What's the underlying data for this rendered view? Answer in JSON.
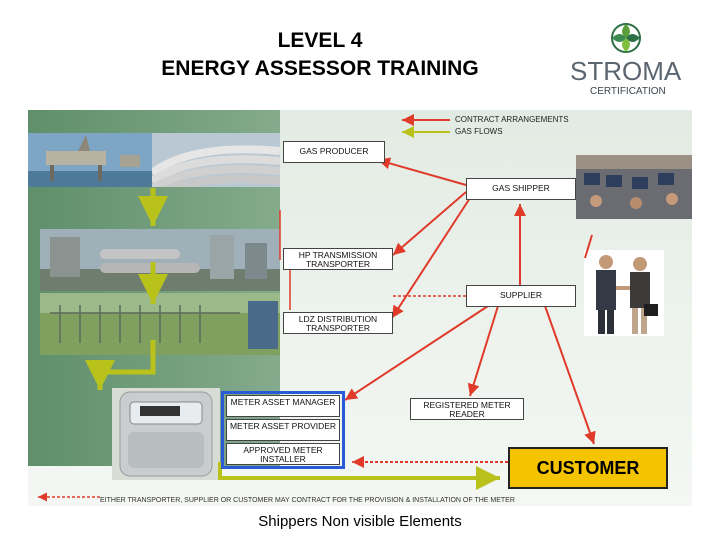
{
  "title": {
    "line1": "LEVEL 4",
    "line2": "ENERGY ASSESSOR TRAINING"
  },
  "logo": {
    "name": "STROMA",
    "subtitle": "CERTIFICATION"
  },
  "legend": {
    "contract": "CONTRACT ARRANGEMENTS",
    "gas": "GAS FLOWS",
    "colors": {
      "contract": "#e03a2a",
      "gas": "#b8c21a"
    }
  },
  "boxes": {
    "gas_producer": "GAS PRODUCER",
    "gas_shipper": "GAS SHIPPER",
    "hp_transmission": "HP TRANSMISSION TRANSPORTER",
    "ldz_distribution": "LDZ DISTRIBUTION TRANSPORTER",
    "supplier": "SUPPLIER",
    "meter_asset_manager": "METER ASSET MANAGER",
    "meter_asset_provider": "METER ASSET PROVIDER",
    "approved_meter_installer": "APPROVED METER INSTALLER",
    "registered_meter_reader": "REGISTERED METER READER",
    "customer": "CUSTOMER"
  },
  "footer_note": "EITHER TRANSPORTER, SUPPLIER OR CUSTOMER MAY CONTRACT FOR THE PROVISION & INSTALLATION OF THE METER",
  "caption": "Shippers Non visible Elements",
  "icons": [
    "offshore-rig-photo",
    "pipeline-photo",
    "trading-floor-photo",
    "handshake-photo",
    "transmission-plant-photo",
    "distribution-station-photo",
    "gas-meter-photo"
  ]
}
